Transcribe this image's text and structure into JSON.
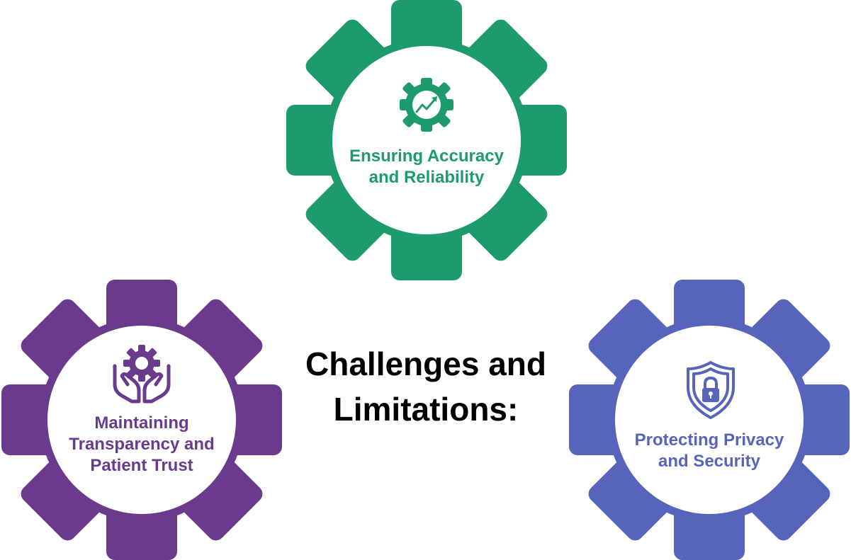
{
  "title": {
    "line1": "Challenges and",
    "line2": "Limitations:"
  },
  "gears": [
    {
      "id": "accuracy",
      "lines": [
        "Ensuring Accuracy",
        "and Reliability"
      ],
      "color": "#1e9b6d",
      "icon": "gear-trend-arrow-icon"
    },
    {
      "id": "transparency",
      "lines": [
        "Maintaining",
        "Transparency and",
        "Patient Trust"
      ],
      "color": "#6a3b8d",
      "icon": "hands-gear-icon"
    },
    {
      "id": "privacy",
      "lines": [
        "Protecting Privacy",
        "and Security"
      ],
      "color": "#5764bb",
      "icon": "shield-lock-icon"
    }
  ]
}
